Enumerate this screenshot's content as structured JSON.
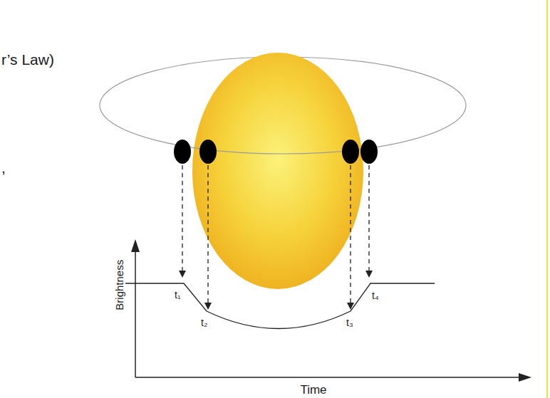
{
  "diagram": {
    "labels": [
      "r’s Law)",
      ",",
      "Brightness",
      "Time",
      "t₁",
      "t₂",
      "t₃",
      "t₄"
    ]
  }
}
